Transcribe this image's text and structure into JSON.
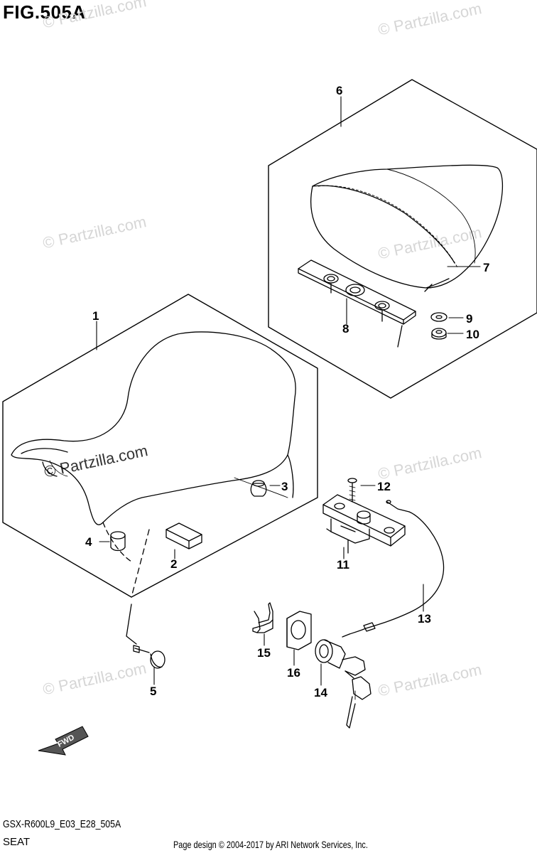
{
  "figure": {
    "title": "FIG.505A",
    "model_code": "GSX-R600L9_E03_E28_505A",
    "section_name": "SEAT",
    "page_design": "Page design © 2004-2017 by ARI Network Services, Inc."
  },
  "watermark": {
    "text": "© Partzilla.com"
  },
  "fwd_label": "FWD",
  "callouts": {
    "c1": "1",
    "c2": "2",
    "c3": "3",
    "c4": "4",
    "c5": "5",
    "c6": "6",
    "c7": "7",
    "c8": "8",
    "c9": "9",
    "c10": "10",
    "c11": "11",
    "c12": "12",
    "c13": "13",
    "c14": "14",
    "c15": "15",
    "c16": "16"
  }
}
